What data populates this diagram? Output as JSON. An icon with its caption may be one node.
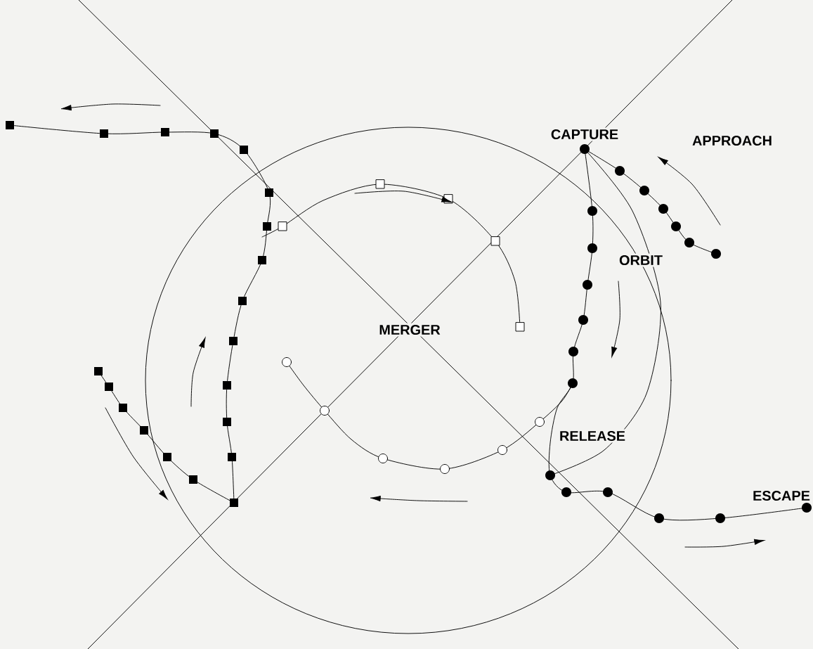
{
  "diagram": {
    "labels": [
      "CAPTURE",
      "APPROACH",
      "ORBIT",
      "MERGER",
      "RELEASE",
      "ESCAPE"
    ]
  }
}
